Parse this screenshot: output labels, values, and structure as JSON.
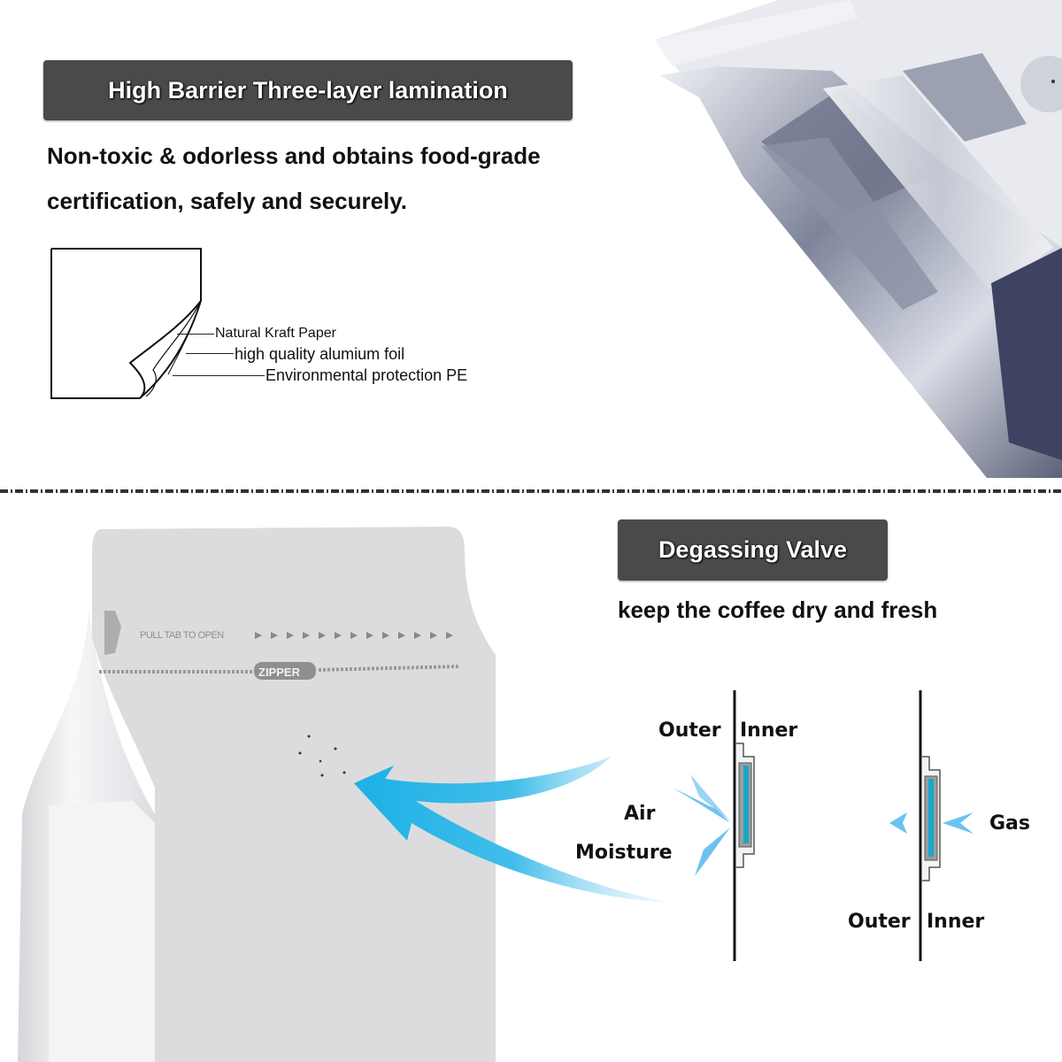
{
  "top_section": {
    "title": "High Barrier Three-layer lamination",
    "description_line1": "Non-toxic & odorless and obtains food-grade",
    "description_line2": "certification, safely and securely.",
    "layers": [
      {
        "label": "Natural Kraft Paper"
      },
      {
        "label": "high quality alumium foil"
      },
      {
        "label": "Environmental protection PE"
      }
    ]
  },
  "bottom_section": {
    "title": "Degassing Valve",
    "description": "keep the coffee dry and fresh",
    "bag": {
      "pull_tab_text": "PULL TAB TO OPEN",
      "zipper_text": "ZIPPER"
    },
    "valve_diagram_left": {
      "outer_label": "Outer",
      "inner_label": "Inner",
      "air_label": "Air",
      "moisture_label": "Moisture"
    },
    "valve_diagram_right": {
      "outer_label": "Outer",
      "inner_label": "Inner",
      "gas_label": "Gas"
    }
  },
  "colors": {
    "badge_bg": "#4a4a4a",
    "arrow_blue": "#1fb3e6",
    "light_blue": "#6cc2ee",
    "bag_gray": "#dcdcde"
  }
}
